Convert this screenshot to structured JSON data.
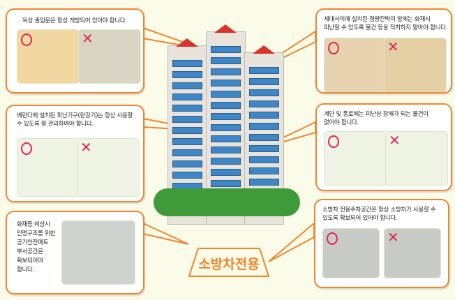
{
  "panels": [
    {
      "caption": "옥상 출입문은 항상 개방되어 있어야 합니다."
    },
    {
      "caption_line1": "세대사이에 설치된 경량칸막이 앞에는 화재시",
      "caption_line2": "피난할 수 있도록 물건 등을 적치하지 말아야 합니다."
    },
    {
      "caption_line1": "베란다에 설치된 피난기구(완강기)는 항상 사용할",
      "caption_line2": "수 있도록 잘 관리하여야 합니다."
    },
    {
      "caption_line1": "계단 및 통로에는 피난상 장애가 되는 물건이",
      "caption_line2": "없어야 합니다."
    },
    {
      "caption_lines": [
        "화재등 비상시",
        "인명구조를 위한",
        "공기안전매트",
        "부서공간은",
        "확보되어야",
        "합니다."
      ]
    },
    {
      "caption_line1": "소방차 전용주차공간은 항상 소방차가 사용할 수",
      "caption_line2": "있도록 확보되어 있어야 합니다."
    }
  ],
  "sign": {
    "label": "소방차전용"
  },
  "colors": {
    "accent": "#f0862a",
    "ok": "#e0245a",
    "background": "#fbfbea"
  }
}
